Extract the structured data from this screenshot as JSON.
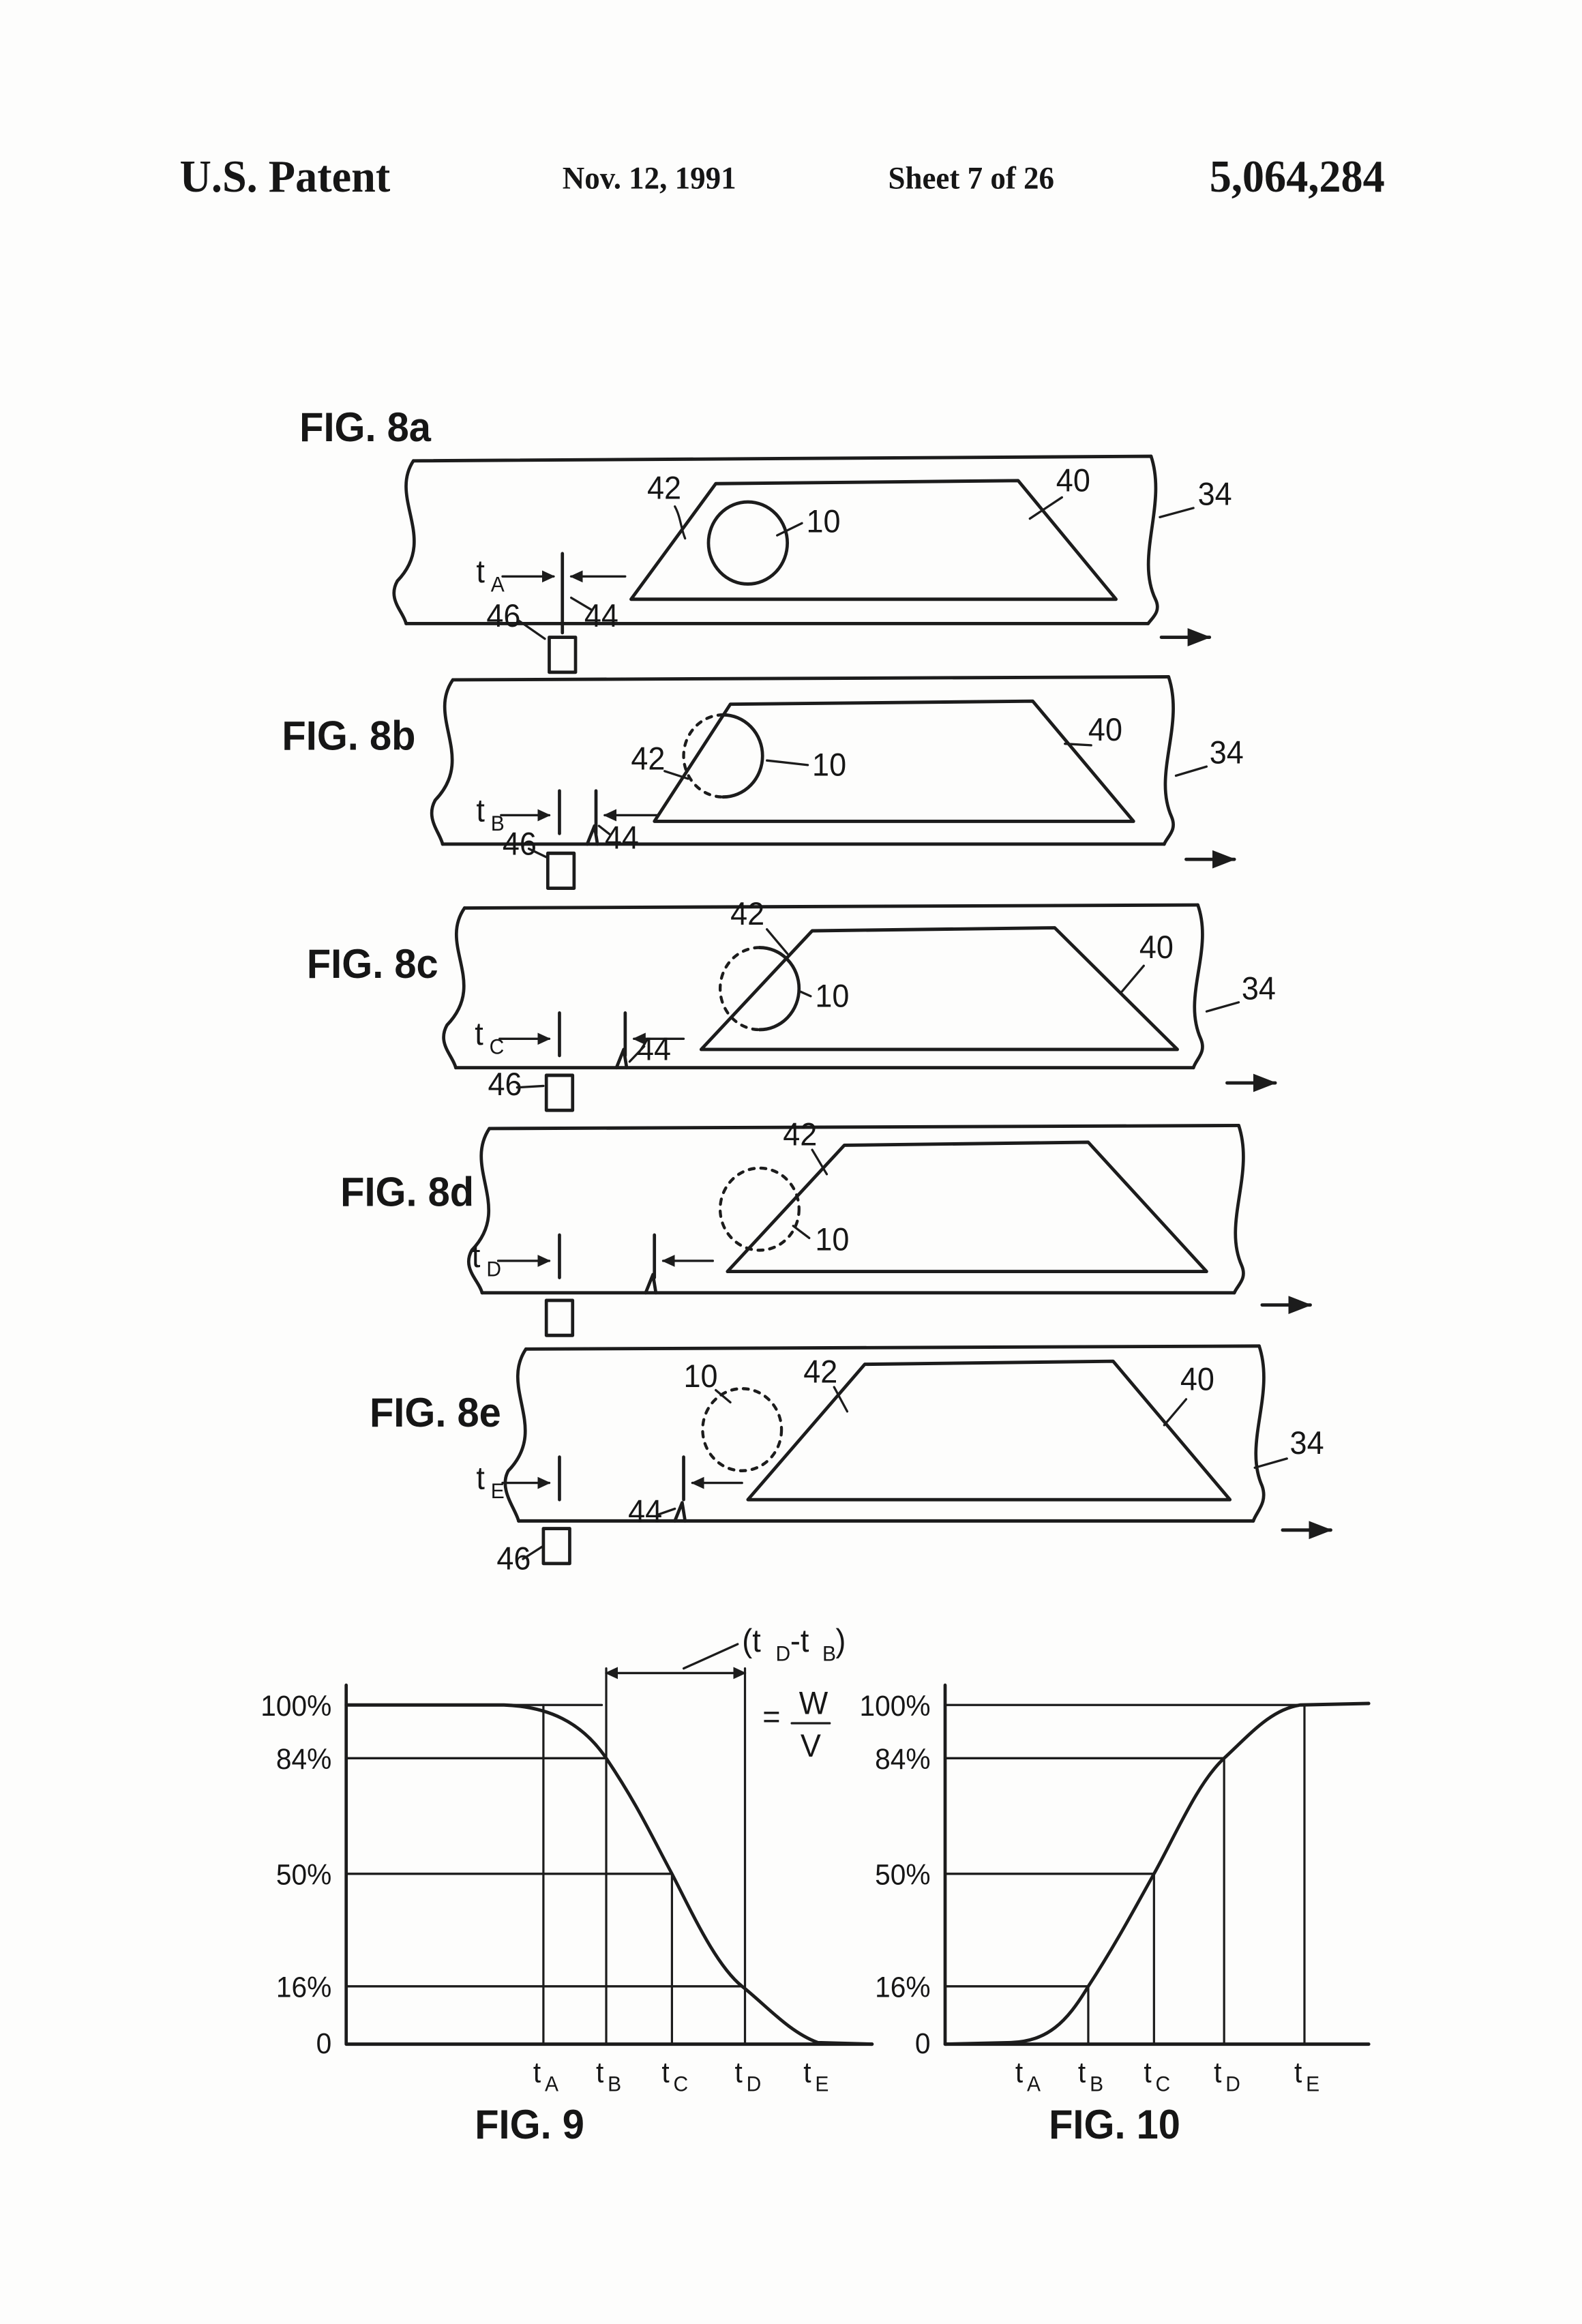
{
  "header": {
    "title": "U.S. Patent",
    "date": "Nov. 12, 1991",
    "sheet": "Sheet 7 of 26",
    "number": "5,064,284"
  },
  "time": {
    "tA": {
      "b": "t",
      "s": "A"
    },
    "tB": {
      "b": "t",
      "s": "B"
    },
    "tC": {
      "b": "t",
      "s": "C"
    },
    "tD": {
      "b": "t",
      "s": "D"
    },
    "tE": {
      "b": "t",
      "s": "E"
    }
  },
  "fig8a": {
    "label": "FIG. 8a",
    "n42": "42",
    "n10": "10",
    "n40": "40",
    "n34": "34",
    "n46": "46",
    "n44": "44"
  },
  "fig8b": {
    "label": "FIG. 8b",
    "n42": "42",
    "n10": "10",
    "n40": "40",
    "n34": "34",
    "n46": "46",
    "n44": "44"
  },
  "fig8c": {
    "label": "FIG. 8c",
    "n42": "42",
    "n10": "10",
    "n40": "40",
    "n34": "34",
    "n46": "46",
    "n44": "44"
  },
  "fig8d": {
    "label": "FIG. 8d",
    "n42": "42",
    "n10": "10"
  },
  "fig8e": {
    "label": "FIG. 8e",
    "n10": "10",
    "n42": "42",
    "n40": "40",
    "n34": "34",
    "n44": "44",
    "n46": "46"
  },
  "fig9": {
    "label": "FIG. 9",
    "ann_open": "(t",
    "ann_sub1": "D",
    "ann_mid": "-t",
    "ann_sub2": "B",
    "ann_close": ")",
    "eq": "=",
    "num": "W",
    "den": "V"
  },
  "fig10": {
    "label": "FIG. 10"
  },
  "axis": {
    "p100": "100%",
    "p84": "84%",
    "p50": "50%",
    "p16": "16%",
    "p0": "0"
  },
  "chart_data": [
    {
      "type": "line",
      "title": "FIG. 9",
      "x_ticks": [
        "tA",
        "tB",
        "tC",
        "tD",
        "tE"
      ],
      "y_ticks": [
        "100%",
        "84%",
        "50%",
        "16%",
        "0"
      ],
      "points": [
        {
          "x": "tA",
          "y_percent": 100
        },
        {
          "x": "tB",
          "y_percent": 84
        },
        {
          "x": "tC",
          "y_percent": 50
        },
        {
          "x": "tD",
          "y_percent": 16
        },
        {
          "x": "tE",
          "y_percent": 0
        }
      ],
      "shape": "monotonic decreasing S-curve",
      "annotation": "(tD-tB) = W/V",
      "ylim": [
        0,
        100
      ],
      "grid": "reference lines from axis to curve at 100%, 84%, 50%, 16% and verticals at tA..tD"
    },
    {
      "type": "line",
      "title": "FIG. 10",
      "x_ticks": [
        "tA",
        "tB",
        "tC",
        "tD",
        "tE"
      ],
      "y_ticks": [
        "100%",
        "84%",
        "50%",
        "16%",
        "0"
      ],
      "points": [
        {
          "x": "tA",
          "y_percent": 0
        },
        {
          "x": "tB",
          "y_percent": 16
        },
        {
          "x": "tC",
          "y_percent": 50
        },
        {
          "x": "tD",
          "y_percent": 84
        },
        {
          "x": "tE",
          "y_percent": 100
        }
      ],
      "shape": "monotonic increasing S-curve",
      "ylim": [
        0,
        100
      ],
      "grid": "reference lines from axis to curve at 16%, 50%, 84%, 100% and verticals at tB..tE"
    }
  ]
}
